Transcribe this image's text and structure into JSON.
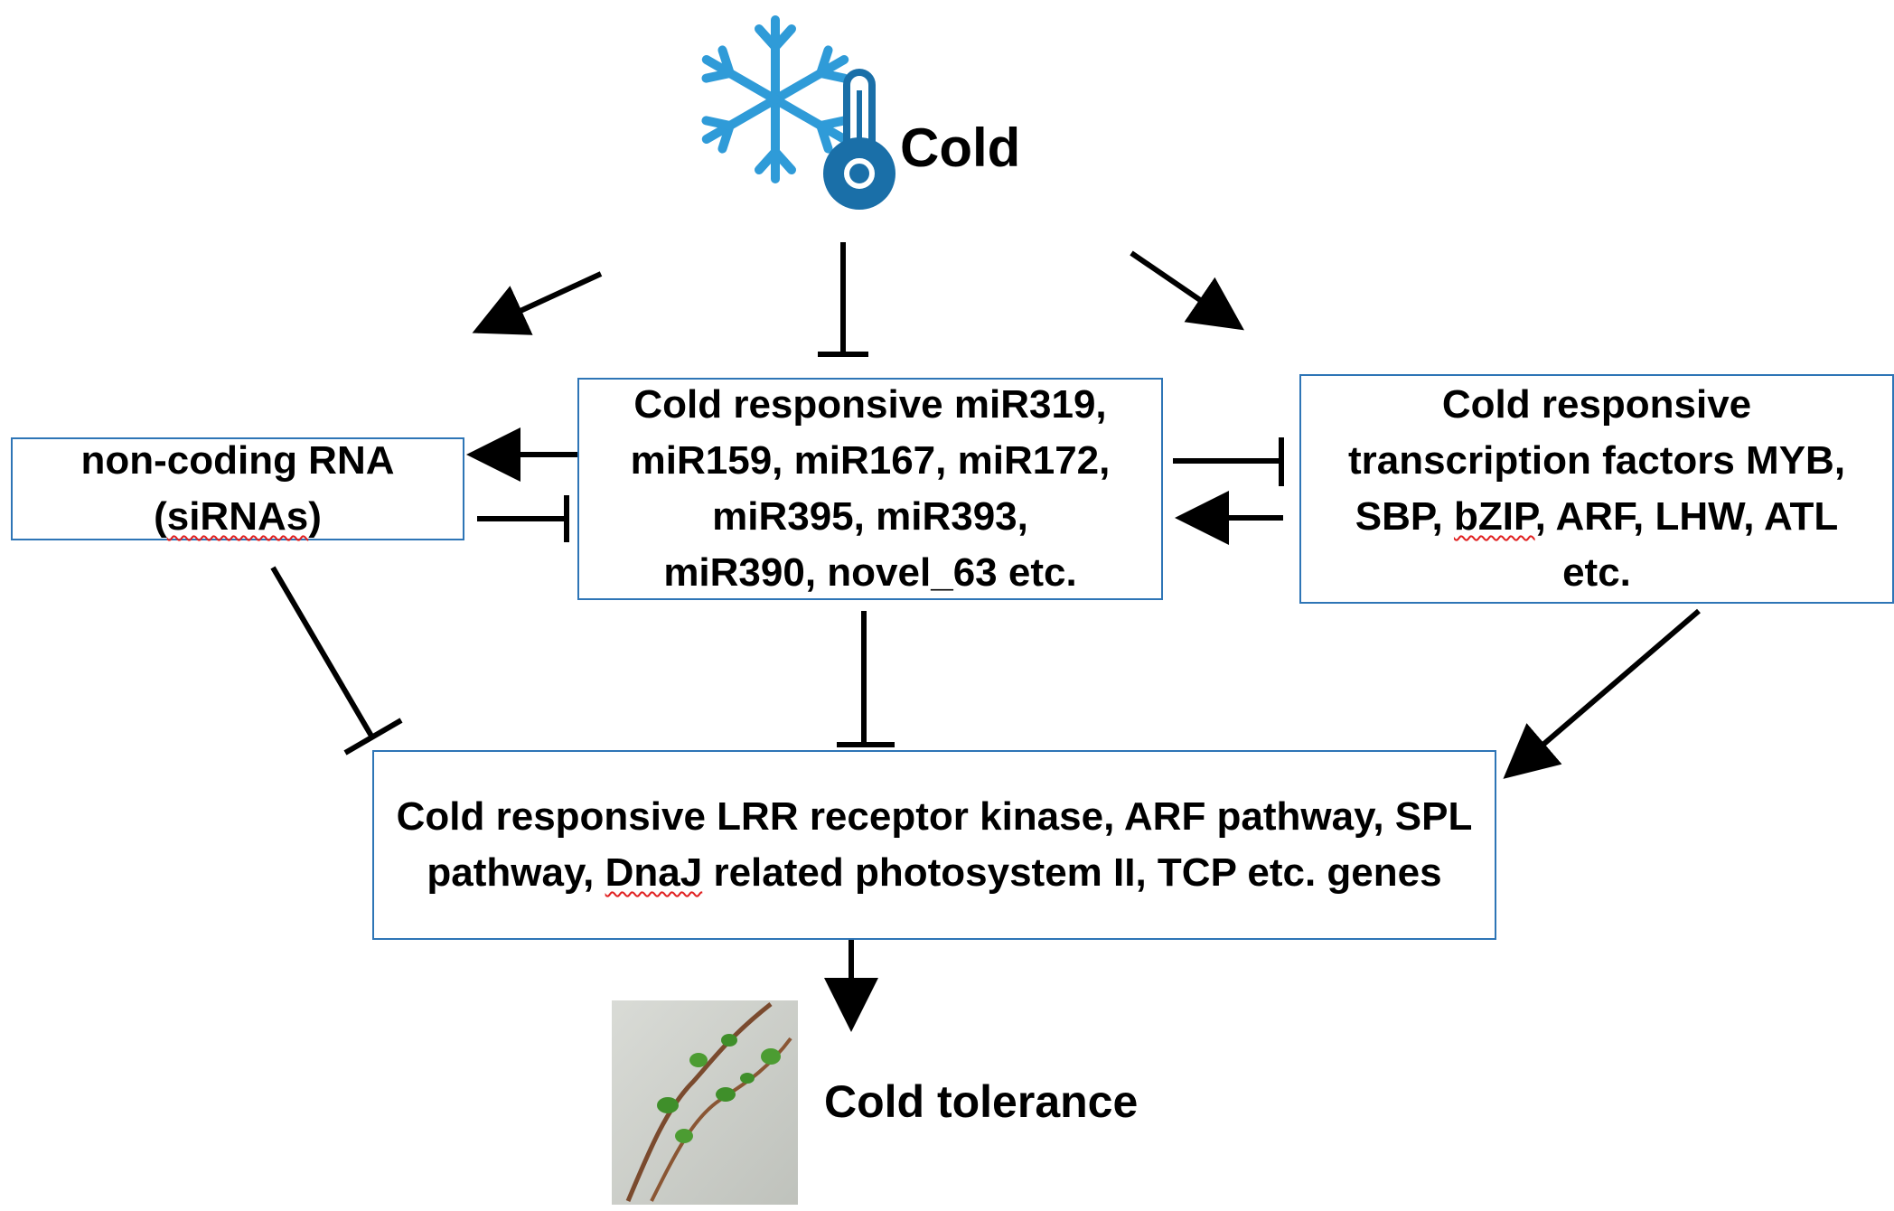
{
  "stimulus": {
    "label": "Cold",
    "icon": "snowflake-thermometer-icon",
    "icon_color": "#2f9bd8",
    "thermometer_color": "#1a6fa8"
  },
  "nodes": {
    "noncoding": {
      "line1": "non-coding RNA",
      "line2_pre": "(",
      "line2_flag": "siRNAs",
      "line2_post": ")"
    },
    "mirna": {
      "line1": "Cold responsive miR319,",
      "line2": "miR159, miR167, miR172,",
      "line3": "miR395, miR393,",
      "line4": "miR390, novel_63 etc."
    },
    "tf": {
      "line1": "Cold responsive",
      "line2": "transcription factors MYB,",
      "line3_pre": "SBP, ",
      "line3_flag": "bZIP",
      "line3_post": ", ARF, LHW, ATL",
      "line4": "etc."
    },
    "genes": {
      "line1": "Cold responsive LRR receptor kinase, ARF pathway, SPL",
      "line2_pre": "pathway, ",
      "line2_flag": "DnaJ",
      "line2_post": " related photosystem II, TCP etc. genes"
    }
  },
  "outcome": {
    "label": "Cold tolerance",
    "photo": "plant-cutting-photo"
  },
  "colors": {
    "box_border": "#2e75b6",
    "arrow": "#000000",
    "spellcheck": "#e02020"
  }
}
